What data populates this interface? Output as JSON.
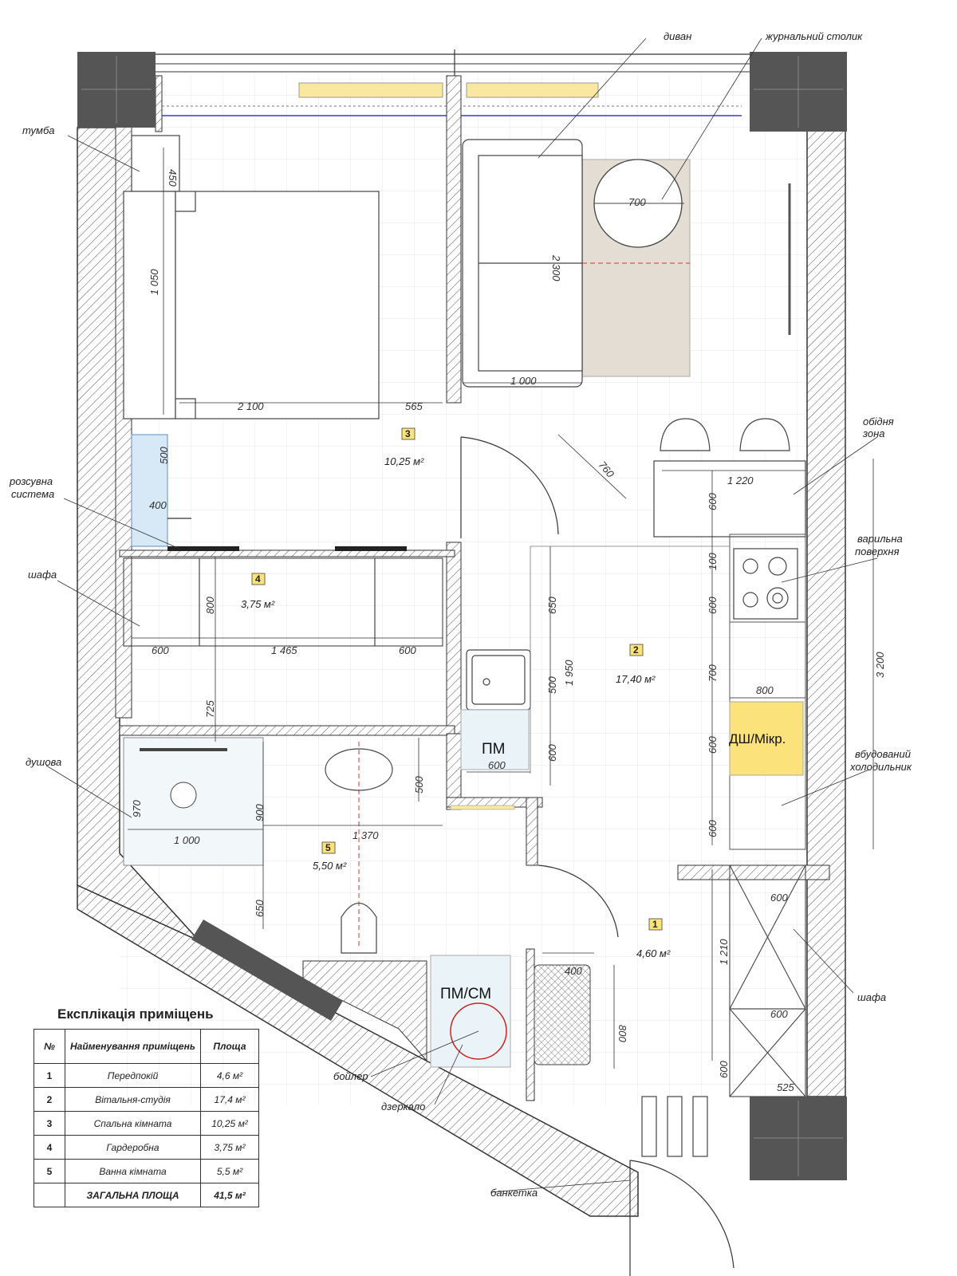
{
  "labels": {
    "sofa": "диван",
    "coffee_table": "журнальний столик",
    "nightstand": "тумба",
    "sliding_system": [
      "розсувна",
      "система"
    ],
    "wardrobe_left": "шафа",
    "shower": "душова",
    "dining_zone": [
      "обідня",
      "зона"
    ],
    "cooktop": [
      "варильна",
      "поверхня"
    ],
    "fridge": [
      "вбудований",
      "холодильник"
    ],
    "wardrobe_right": "шафа",
    "boiler": "бойлер",
    "mirror": "дзеркало",
    "shoe_rack": "банкетка"
  },
  "appliances": {
    "pm": "ПМ",
    "dw": "ДШ/Мікр.",
    "pm_sm": "ПМ/СМ"
  },
  "rooms": [
    {
      "num": "1",
      "area": "4,60 м²"
    },
    {
      "num": "2",
      "area": "17,40 м²"
    },
    {
      "num": "3",
      "area": "10,25 м²"
    },
    {
      "num": "4",
      "area": "3,75 м²"
    },
    {
      "num": "5",
      "area": "5,50 м²"
    }
  ],
  "dimensions": {
    "d450": "450",
    "d1050": "1 050",
    "d2100": "2 100",
    "d565": "565",
    "d500a": "500",
    "d400a": "400",
    "d800a": "800",
    "d600a": "600",
    "d1465": "1 465",
    "d600b": "600",
    "d725": "725",
    "d700": "700",
    "d2300": "2 300",
    "d1000a": "1 000",
    "d760": "760",
    "d1220": "1 220",
    "d600c": "600",
    "d100": "100",
    "d600d": "600",
    "d700b": "700",
    "d3200": "3 200",
    "d800b": "800",
    "d600e": "600",
    "d600f": "600",
    "d650a": "650",
    "d1950": "1 950",
    "d500b": "500",
    "d600g": "600",
    "d600h": "600",
    "d970": "970",
    "d1000b": "1 000",
    "d900": "900",
    "d1370": "1 370",
    "d500c": "500",
    "d650b": "650",
    "d600i": "600",
    "d1210": "1 210",
    "d600j": "600",
    "d600k": "600",
    "d525": "525",
    "d400b": "400",
    "d800c": "800"
  },
  "legend": {
    "title": "Експлікація приміщень",
    "headers": [
      "№",
      "Найменування приміщень",
      "Площа"
    ],
    "rows": [
      {
        "n": "1",
        "name": "Передпокій",
        "area": "4,6 м²"
      },
      {
        "n": "2",
        "name": "Вітальня-студія",
        "area": "17,4 м²"
      },
      {
        "n": "3",
        "name": "Спальна кімната",
        "area": "10,25 м²"
      },
      {
        "n": "4",
        "name": "Гардеробна",
        "area": "3,75 м²"
      },
      {
        "n": "5",
        "name": "Ванна кімната",
        "area": "5,5 м²"
      }
    ],
    "total_label": "ЗАГАЛЬНА ПЛОЩА",
    "total_area": "41,5 м²"
  },
  "colors": {
    "wall": "#555555",
    "column": "#555555",
    "accent_yellow": "#fbe8a0",
    "rug": "#e3ddd3",
    "boiler_circle": "#cc2222"
  }
}
